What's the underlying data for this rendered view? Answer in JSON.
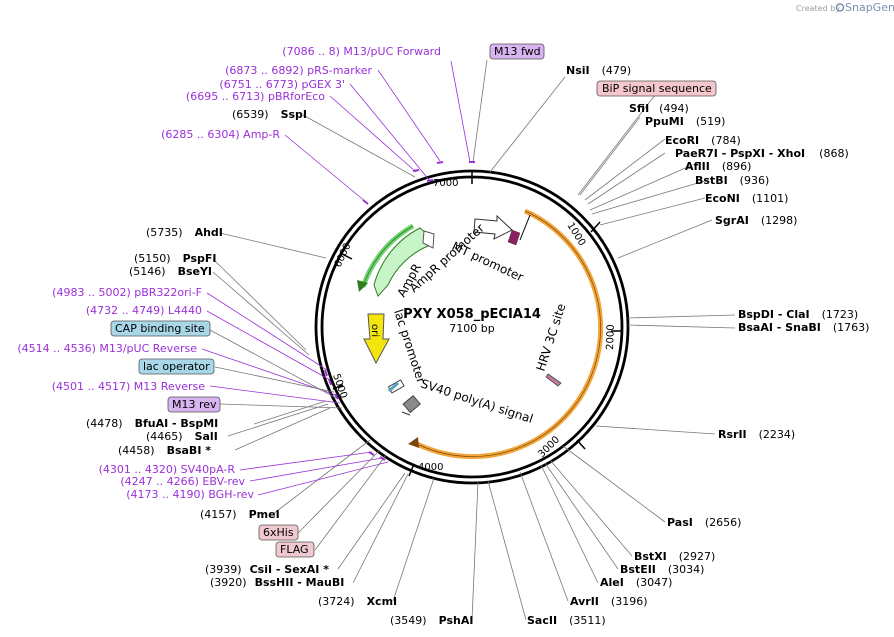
{
  "header": {
    "created_by": "Created by",
    "brand": "SnapGene"
  },
  "plasmid": {
    "name": "PXY X058_pECIA14",
    "length_label": "7100 bp"
  },
  "ticks": [
    "1000",
    "2000",
    "3000",
    "4000",
    "5000",
    "6000",
    "7000"
  ],
  "features_inner": [
    "MT promoter",
    "AmpR",
    "AmpR promoter",
    "ori",
    "lac promoter",
    "SV40 poly(A) signal",
    "HRV 3C site"
  ],
  "site_labels": [
    {
      "pos": "(479)",
      "name": "NsiI"
    },
    {
      "pos": "(494)",
      "name": "SfiI"
    },
    {
      "pos": "(519)",
      "name": "PpuMI"
    },
    {
      "pos": "(784)",
      "name": "EcoRI"
    },
    {
      "pos": "(868)",
      "name": "PaeR7I - PspXI - XhoI"
    },
    {
      "pos": "(896)",
      "name": "AflII"
    },
    {
      "pos": "(936)",
      "name": "BstBI"
    },
    {
      "pos": "(1101)",
      "name": "EcoNI"
    },
    {
      "pos": "(1298)",
      "name": "SgrAI"
    },
    {
      "pos": "(1723)",
      "name": "BspDI - ClaI"
    },
    {
      "pos": "(1763)",
      "name": "BsaAI - SnaBI"
    },
    {
      "pos": "(2234)",
      "name": "RsrII"
    },
    {
      "pos": "(2656)",
      "name": "PasI"
    },
    {
      "pos": "(2927)",
      "name": "BstXI"
    },
    {
      "pos": "(3034)",
      "name": "BstEII"
    },
    {
      "pos": "(3047)",
      "name": "AleI"
    },
    {
      "pos": "(3196)",
      "name": "AvrII"
    },
    {
      "pos": "(3511)",
      "name": "SacII"
    },
    {
      "pos": "(3549)",
      "name": "PshAI"
    },
    {
      "pos": "(3724)",
      "name": "XcmI"
    },
    {
      "pos": "(3920)",
      "name": "BssHII - MauBI"
    },
    {
      "pos": "(3939)",
      "name": "CsiI - SexAI *"
    },
    {
      "pos": "(4157)",
      "name": "PmeI"
    },
    {
      "pos": "(4458)",
      "name": "BsaBI *"
    },
    {
      "pos": "(4465)",
      "name": "SalI"
    },
    {
      "pos": "(4478)",
      "name": "BfuAI - BspMI"
    },
    {
      "pos": "(5146)",
      "name": "BseYI"
    },
    {
      "pos": "(5150)",
      "name": "PspFI"
    },
    {
      "pos": "(5735)",
      "name": "AhdI"
    },
    {
      "pos": "(6539)",
      "name": "SspI"
    }
  ],
  "primer_labels": [
    "(7086 .. 8)  M13/pUC Forward",
    "(6873 .. 6892)  pRS-marker",
    "(6751 .. 6773)  pGEX 3'",
    "(6695 .. 6713)  pBRforEco",
    "(6285 .. 6304)  Amp-R",
    "(4983 .. 5002)  pBR322ori-F",
    "(4732 .. 4749)  L4440",
    "(4514 .. 4536)  M13/pUC Reverse",
    "(4501 .. 4517)  M13 Reverse",
    "(4301 .. 4320)  SV40pA-R",
    "(4247 .. 4266)  EBV-rev",
    "(4173 .. 4190)  BGH-rev"
  ],
  "boxed_labels": [
    {
      "text": "M13 fwd",
      "color": "#d8b4f0"
    },
    {
      "text": "BiP signal sequence",
      "color": "#f5c6cb"
    },
    {
      "text": "CAP binding site",
      "color": "#a8d8e8"
    },
    {
      "text": "lac operator",
      "color": "#a8d8e8"
    },
    {
      "text": "M13 rev",
      "color": "#d8b4f0"
    },
    {
      "text": "6xHis",
      "color": "#f0c8d0"
    },
    {
      "text": "FLAG",
      "color": "#f0c8d0"
    }
  ],
  "colors": {
    "primer": "#9b30d9",
    "ampr": "#6fd36f",
    "ori": "#f5e50f",
    "orange": "#f3a53b"
  }
}
